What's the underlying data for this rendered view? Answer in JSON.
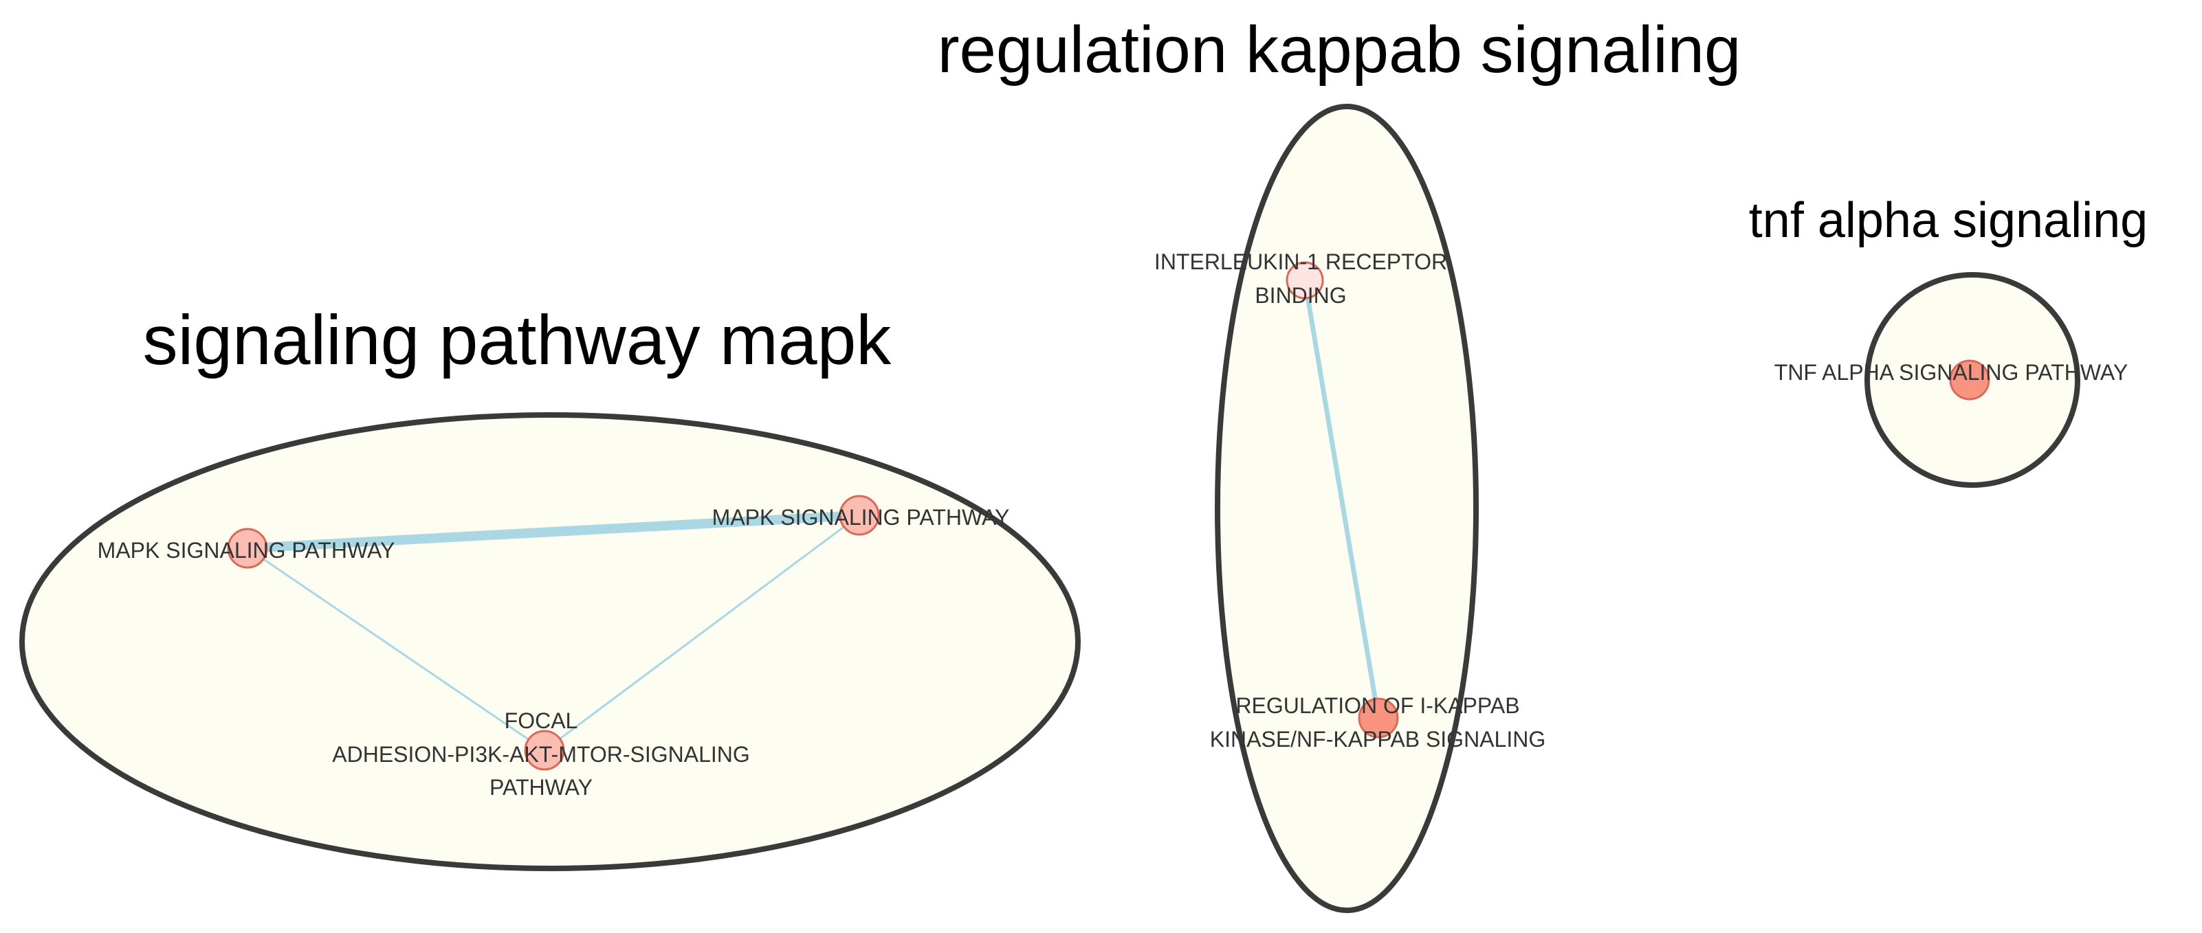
{
  "colors": {
    "background": "#ffffff",
    "cluster_fill": "#fdfdf1",
    "cluster_stroke": "#3a3a3a",
    "edge": "#a9d8e4",
    "node_fill_light": "#fbbcb1",
    "node_fill_dark": "#f8947f",
    "node_fill_pale": "#fde4e0",
    "node_stroke": "#d96a5a"
  },
  "clusters": [
    {
      "title": "signaling pathway mapk",
      "nodes": [
        {
          "label_lines": [
            "MAPK SIGNALING PATHWAY"
          ],
          "fill": "light"
        },
        {
          "label_lines": [
            "MAPK SIGNALING PATHWAY"
          ],
          "fill": "light"
        },
        {
          "label_lines": [
            "FOCAL",
            "ADHESION-PI3K-AKT-MTOR-SIGNALING",
            "PATHWAY"
          ],
          "fill": "light"
        }
      ]
    },
    {
      "title": "regulation kappab signaling",
      "nodes": [
        {
          "label_lines": [
            "INTERLEUKIN-1 RECEPTOR",
            "BINDING"
          ],
          "fill": "pale"
        },
        {
          "label_lines": [
            "REGULATION OF I-KAPPAB",
            "KINASE/NF-KAPPAB SIGNALING"
          ],
          "fill": "dark"
        }
      ]
    },
    {
      "title": "tnf alpha signaling",
      "nodes": [
        {
          "label_lines": [
            "TNF ALPHA SIGNALING PATHWAY"
          ],
          "fill": "dark"
        }
      ]
    }
  ]
}
